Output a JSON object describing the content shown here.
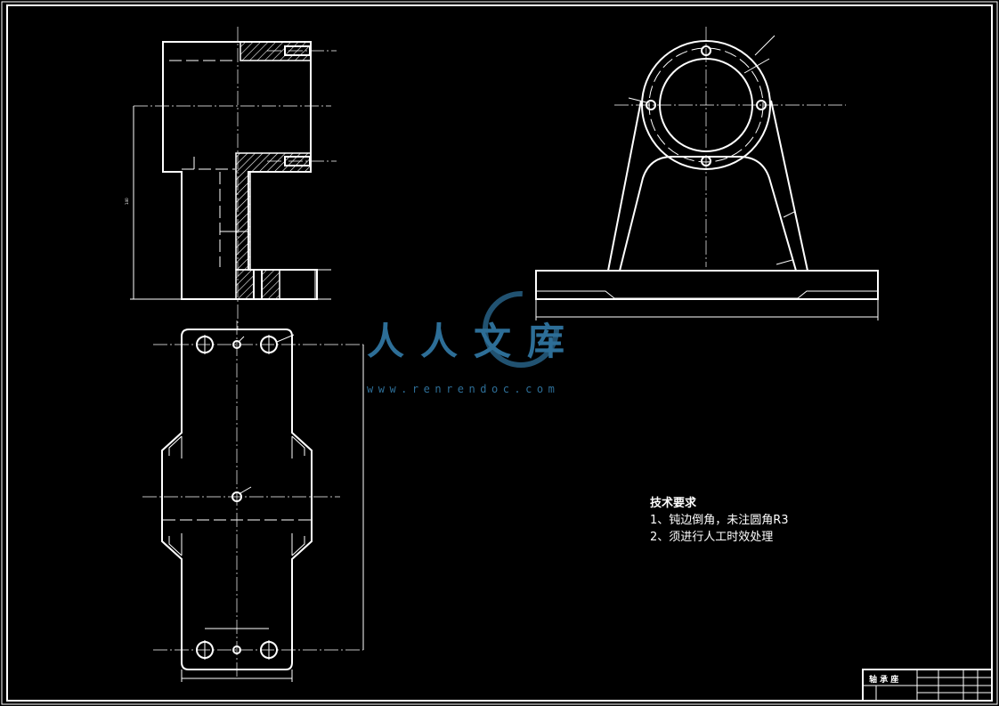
{
  "notes": {
    "title": "技术要求",
    "line1": "1、钝边倒角，未注圆角R3",
    "line2": "2、须进行人工时效处理"
  },
  "watermark": {
    "text": "人人文库",
    "url": "www.renrendoc.com"
  },
  "title_block": {
    "part_name": "轴 承 座"
  },
  "colors": {
    "background": "#000000",
    "lines": "#ffffff",
    "watermark": "#2d6e97"
  }
}
